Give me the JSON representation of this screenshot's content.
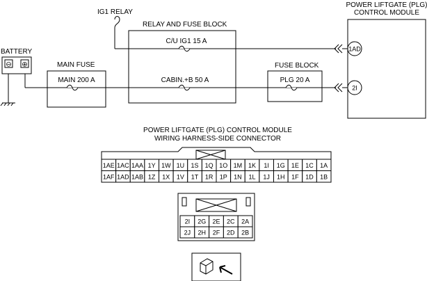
{
  "labels": {
    "ig1_relay": "IG1 RELAY",
    "relay_block": "RELAY AND FUSE BLOCK",
    "module_line1": "POWER LIFTGATE (PLG)",
    "module_line2": "CONTROL MODULE",
    "battery": "BATTERY",
    "main_fuse": "MAIN FUSE",
    "fuse_block": "FUSE BLOCK",
    "fuse_cu_ig1": "C/U IG1 15 A",
    "fuse_cabin": "CABIN.+B 50 A",
    "fuse_main": "MAIN 200 A",
    "fuse_plg": "PLG 20 A",
    "terminal_1ad": "1AD",
    "terminal_2i": "2I",
    "battery_neg": "⊖",
    "battery_pos": "⊕",
    "connector_title_1": "POWER LIFTGATE (PLG) CONTROL MODULE",
    "connector_title_2": "WIRING HARNESS-SIDE CONNECTOR"
  },
  "connector1": {
    "row1": [
      "1AE",
      "1AC",
      "1AA",
      "1Y",
      "1W",
      "1U",
      "1S",
      "1Q",
      "1O",
      "1M",
      "1K",
      "1I",
      "1G",
      "1E",
      "1C",
      "1A"
    ],
    "row2": [
      "1AF",
      "1AD",
      "1AB",
      "1Z",
      "1X",
      "1V",
      "1T",
      "1R",
      "1P",
      "1N",
      "1L",
      "1J",
      "1H",
      "1F",
      "1D",
      "1B"
    ]
  },
  "connector2": {
    "row1": [
      "2I",
      "2G",
      "2E",
      "2C",
      "2A"
    ],
    "row2": [
      "2J",
      "2H",
      "2F",
      "2D",
      "2B"
    ]
  }
}
